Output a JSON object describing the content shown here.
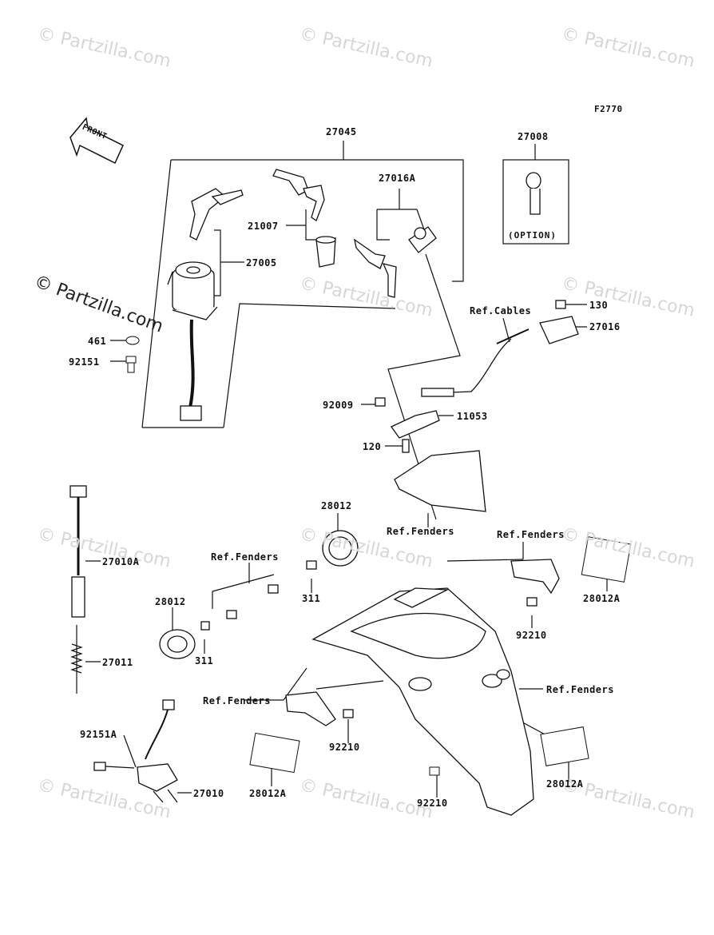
{
  "diagram_code": "F2770",
  "watermark": "© Partzilla.com",
  "front_label": "FRONT",
  "option_label": "(OPTION)",
  "labels": {
    "p27045": "27045",
    "p27008": "27008",
    "p27016A": "27016A",
    "p21007": "21007",
    "p27005": "27005",
    "p461": "461",
    "p92151": "92151",
    "p130": "130",
    "p27016": "27016",
    "refCables": "Ref.Cables",
    "p92009": "92009",
    "p11053": "11053",
    "p120": "120",
    "refFenders1": "Ref.Fenders",
    "p28012top": "28012",
    "p27010A": "27010A",
    "refFenders2": "Ref.Fenders",
    "refFenders3": "Ref.Fenders",
    "p28012A_r": "28012A",
    "p311a": "311",
    "p28012left": "28012",
    "p92210a": "92210",
    "p311b": "311",
    "p27011": "27011",
    "refFenders4": "Ref.Fenders",
    "refFenders5": "Ref.Fenders",
    "p92151A": "92151A",
    "p92210b": "92210",
    "p27010": "27010",
    "p28012A_l": "28012A",
    "p92210c": "92210",
    "p28012A_br": "28012A"
  }
}
